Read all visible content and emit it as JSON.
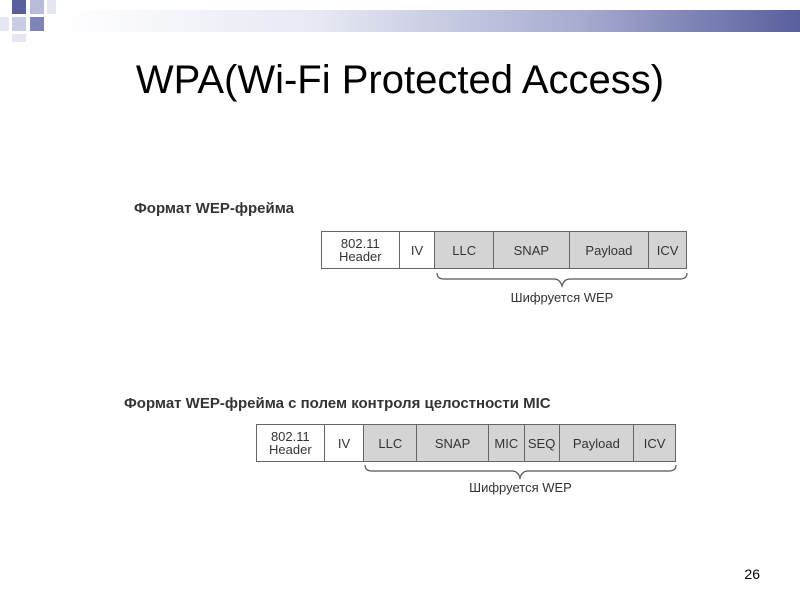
{
  "slide": {
    "title": "WPA(Wi-Fi Protected  Access)",
    "page_number": "26",
    "accent_color": "#5a5f9e"
  },
  "diagram1": {
    "caption": "Формат WEP-фрейма",
    "cells": [
      {
        "label": "802.11\nHeader",
        "shaded": false
      },
      {
        "label": "IV",
        "shaded": false
      },
      {
        "label": "LLC",
        "shaded": true
      },
      {
        "label": "SNAP",
        "shaded": true
      },
      {
        "label": "Payload",
        "shaded": true
      },
      {
        "label": "ICV",
        "shaded": true
      }
    ],
    "brace_label": "Шифруется WEP"
  },
  "diagram2": {
    "caption": "Формат WEP-фрейма с полем контроля целостности MIC",
    "cells": [
      {
        "label": "802.11\nHeader",
        "shaded": false
      },
      {
        "label": "IV",
        "shaded": false
      },
      {
        "label": "LLC",
        "shaded": true
      },
      {
        "label": "SNAP",
        "shaded": true
      },
      {
        "label": "MIC",
        "shaded": true
      },
      {
        "label": "SEQ",
        "shaded": true
      },
      {
        "label": "Payload",
        "shaded": true
      },
      {
        "label": "ICV",
        "shaded": true
      }
    ],
    "brace_label": "Шифруется WEP"
  }
}
